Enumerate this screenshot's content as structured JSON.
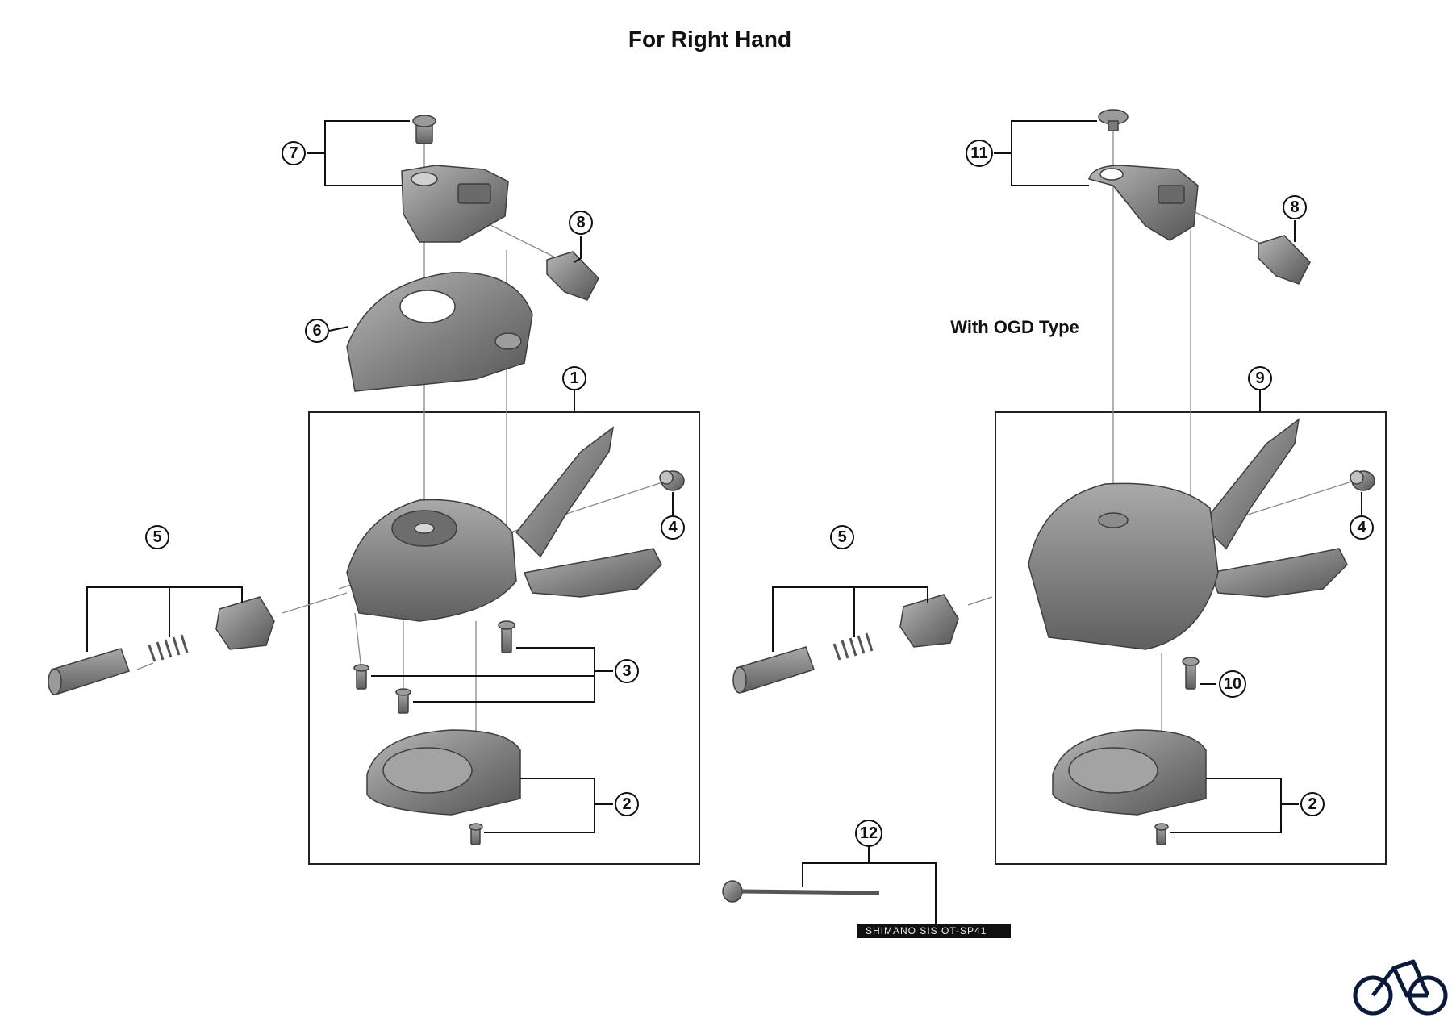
{
  "title": "For Right Hand",
  "subtitle": "With OGD Type",
  "cable_label": "SHIMANO SIS  OT-SP41",
  "callouts": {
    "c1": "1",
    "c2a": "2",
    "c2b": "2",
    "c3": "3",
    "c4a": "4",
    "c4b": "4",
    "c5a": "5",
    "c5b": "5",
    "c6": "6",
    "c7": "7",
    "c8a": "8",
    "c8b": "8",
    "c9": "9",
    "c10": "10",
    "c11": "11",
    "c12": "12"
  },
  "colors": {
    "part": "#8a8a8a",
    "part_dark": "#5a5a5a",
    "part_light": "#b4b4b4",
    "line": "#111111"
  },
  "icons": {
    "brand": "bicycle-icon"
  }
}
